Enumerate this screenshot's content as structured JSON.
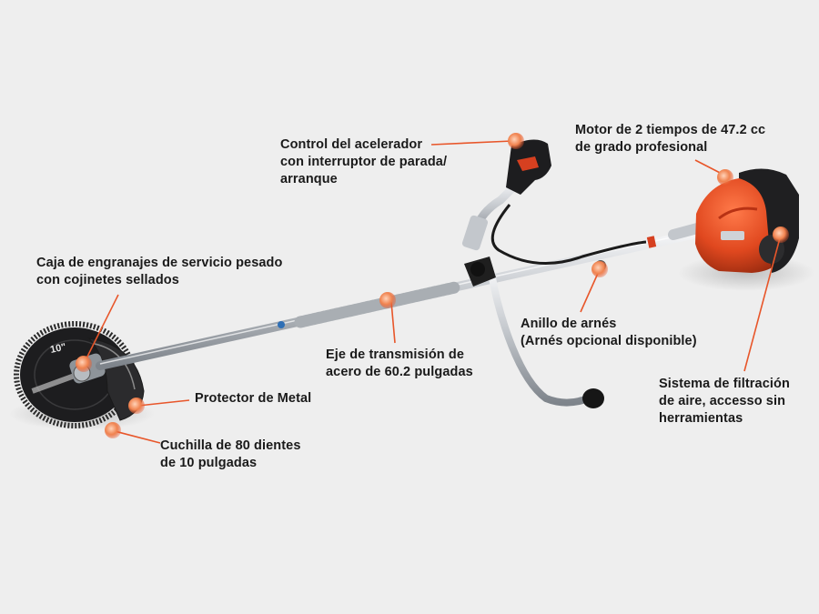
{
  "colors": {
    "background": "#eeeeee",
    "accent": "#e8562a",
    "engine_orange": "#e0481f",
    "shaft_silver": "#c9ccd0",
    "dark": "#1b1b1b"
  },
  "callouts": [
    {
      "id": "throttle",
      "lines": [
        "Control del acelerador",
        "con interruptor de parada/",
        "arranque"
      ]
    },
    {
      "id": "engine",
      "lines": [
        "Motor de 2 tiempos de 47.2 cc",
        "de grado profesional"
      ]
    },
    {
      "id": "gearbox",
      "lines": [
        "Caja de engranajes de servicio pesado",
        "con cojinetes sellados"
      ]
    },
    {
      "id": "harness",
      "lines": [
        "Anillo de arnés",
        "(Arnés opcional disponible)"
      ]
    },
    {
      "id": "shaft",
      "lines": [
        "Eje de transmisión de",
        "acero de 60.2 pulgadas"
      ]
    },
    {
      "id": "guard",
      "lines": [
        "Protector de Metal"
      ]
    },
    {
      "id": "air_filter",
      "lines": [
        "Sistema de filtración",
        "de aire, accesso sin",
        "herramientas"
      ]
    },
    {
      "id": "blade",
      "lines": [
        "Cuchilla de 80 dientes",
        "de 10 pulgadas"
      ]
    }
  ],
  "blade_marking": "10\""
}
